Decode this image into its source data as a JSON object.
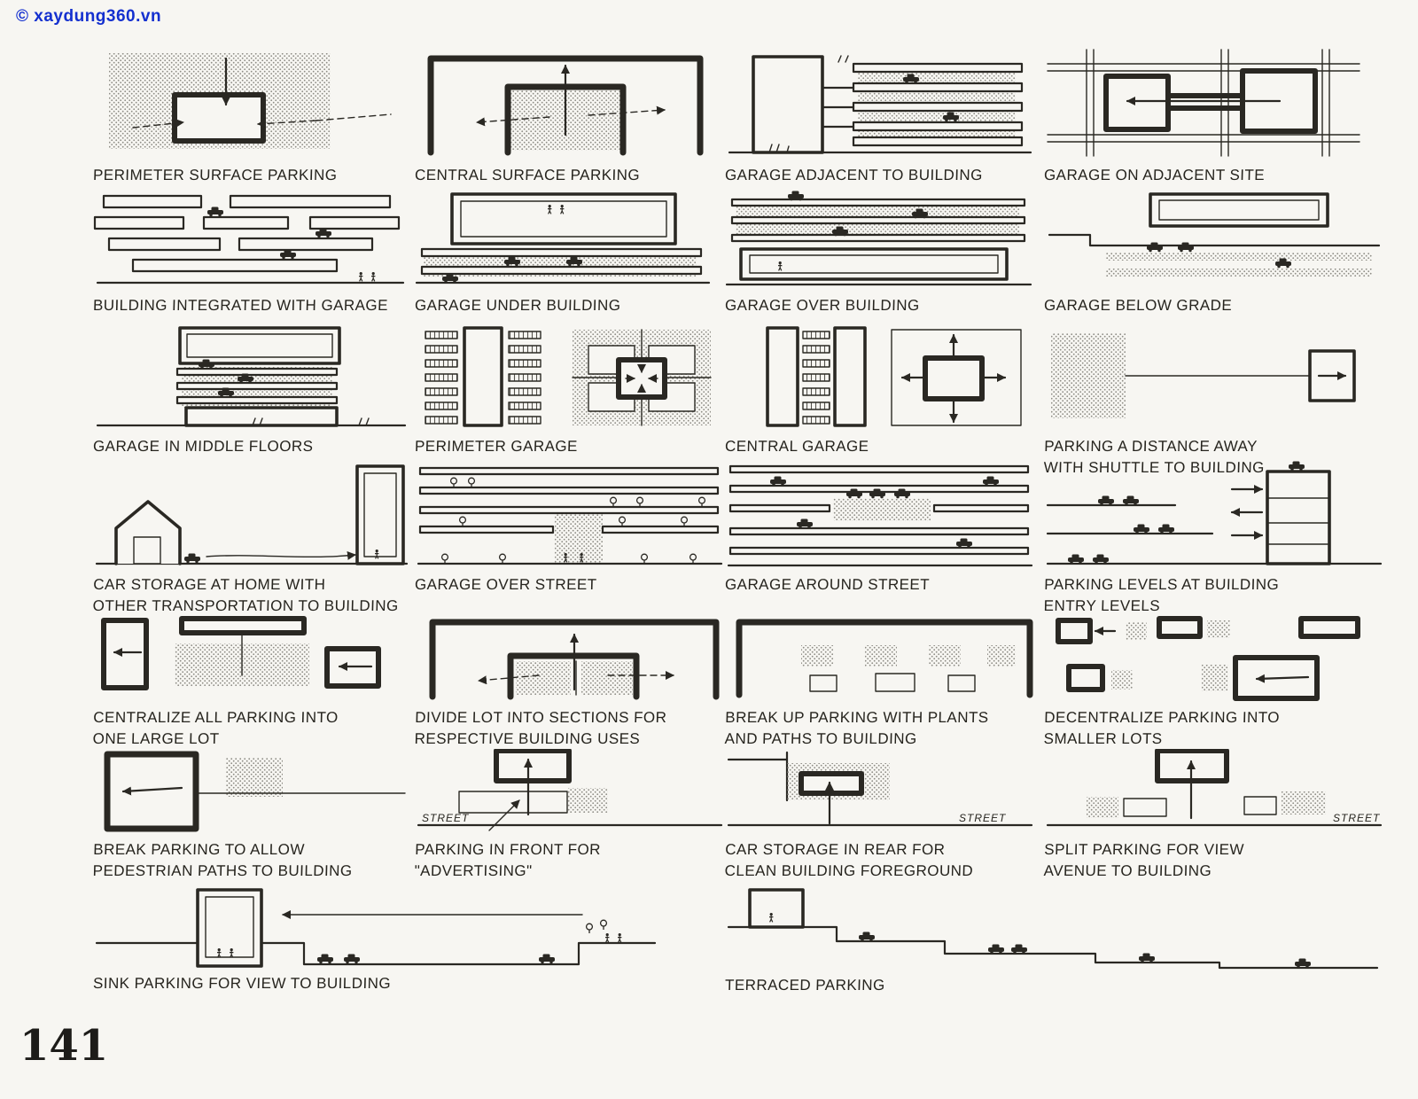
{
  "page": {
    "watermark": "© xaydung360.vn",
    "page_number": "141"
  },
  "labels": {
    "street": "STREET"
  },
  "colors": {
    "paper": "#f7f6f2",
    "ink": "#2a2823",
    "stipple": "#8e8c85",
    "watermark_blue": "#1430cf"
  },
  "cells": [
    {
      "id": "perimeter-surface-parking",
      "caption": "PERIMETER SURFACE PARKING"
    },
    {
      "id": "central-surface-parking",
      "caption": "CENTRAL SURFACE PARKING"
    },
    {
      "id": "garage-adjacent-to-building",
      "caption": "GARAGE ADJACENT TO BUILDING"
    },
    {
      "id": "garage-on-adjacent-site",
      "caption": "GARAGE ON ADJACENT SITE"
    },
    {
      "id": "building-integrated-with-garage",
      "caption": "BUILDING INTEGRATED WITH GARAGE"
    },
    {
      "id": "garage-under-building",
      "caption": "GARAGE UNDER BUILDING"
    },
    {
      "id": "garage-over-building",
      "caption": "GARAGE OVER BUILDING"
    },
    {
      "id": "garage-below-grade",
      "caption": "GARAGE BELOW GRADE"
    },
    {
      "id": "garage-in-middle-floors",
      "caption": "GARAGE IN MIDDLE FLOORS"
    },
    {
      "id": "perimeter-garage",
      "caption": "PERIMETER GARAGE"
    },
    {
      "id": "central-garage",
      "caption": "CENTRAL GARAGE"
    },
    {
      "id": "parking-a-distance-away",
      "caption": "PARKING A DISTANCE AWAY",
      "caption2": "WITH SHUTTLE TO BUILDING"
    },
    {
      "id": "car-storage-at-home",
      "caption": "CAR STORAGE AT HOME WITH",
      "caption2": "OTHER TRANSPORTATION TO BUILDING"
    },
    {
      "id": "garage-over-street",
      "caption": "GARAGE OVER STREET"
    },
    {
      "id": "garage-around-street",
      "caption": "GARAGE AROUND STREET"
    },
    {
      "id": "parking-levels-at-building-entry",
      "caption": "PARKING LEVELS AT BUILDING",
      "caption2": "ENTRY LEVELS"
    },
    {
      "id": "centralize-all-parking",
      "caption": "CENTRALIZE ALL PARKING INTO",
      "caption2": "ONE LARGE LOT"
    },
    {
      "id": "divide-lot-into-sections",
      "caption": "DIVIDE LOT INTO SECTIONS FOR",
      "caption2": "RESPECTIVE BUILDING USES"
    },
    {
      "id": "break-up-parking-with-plants",
      "caption": "BREAK UP PARKING WITH PLANTS",
      "caption2": "AND PATHS TO BUILDING"
    },
    {
      "id": "decentralize-parking",
      "caption": "DECENTRALIZE PARKING INTO",
      "caption2": "SMALLER LOTS"
    },
    {
      "id": "break-parking-pedestrian-paths",
      "caption": "BREAK PARKING TO ALLOW",
      "caption2": "PEDESTRIAN PATHS TO BUILDING"
    },
    {
      "id": "parking-in-front-advertising",
      "caption": "PARKING IN FRONT FOR",
      "caption2": "\"ADVERTISING\""
    },
    {
      "id": "car-storage-in-rear",
      "caption": "CAR STORAGE IN REAR FOR",
      "caption2": "CLEAN BUILDING FOREGROUND"
    },
    {
      "id": "split-parking-for-view",
      "caption": "SPLIT PARKING FOR VIEW",
      "caption2": "AVENUE TO BUILDING"
    },
    {
      "id": "sink-parking",
      "caption": "SINK PARKING FOR VIEW TO BUILDING"
    },
    {
      "id": "terraced-parking",
      "caption": "TERRACED PARKING"
    }
  ]
}
